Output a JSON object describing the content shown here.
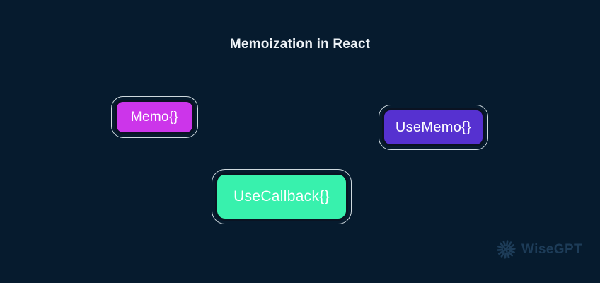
{
  "title": "Memoization in React",
  "nodes": [
    {
      "id": "memo",
      "label": "Memo{}",
      "fill": "#cc35ea"
    },
    {
      "id": "usememo",
      "label": "UseMemo{}",
      "fill": "#5631d0"
    },
    {
      "id": "usecallback",
      "label": "UseCallback{}",
      "fill": "#38f1ad"
    }
  ],
  "brand": {
    "name": "WiseGPT",
    "icon": "shutter-spiral-icon",
    "color": "#1d3c58"
  },
  "colors": {
    "background": "#061b2e",
    "outer_outline": "#dfe9ee",
    "node_border": "#0a1322",
    "node_text": "#ffffff",
    "title_text": "#eef3f7"
  }
}
